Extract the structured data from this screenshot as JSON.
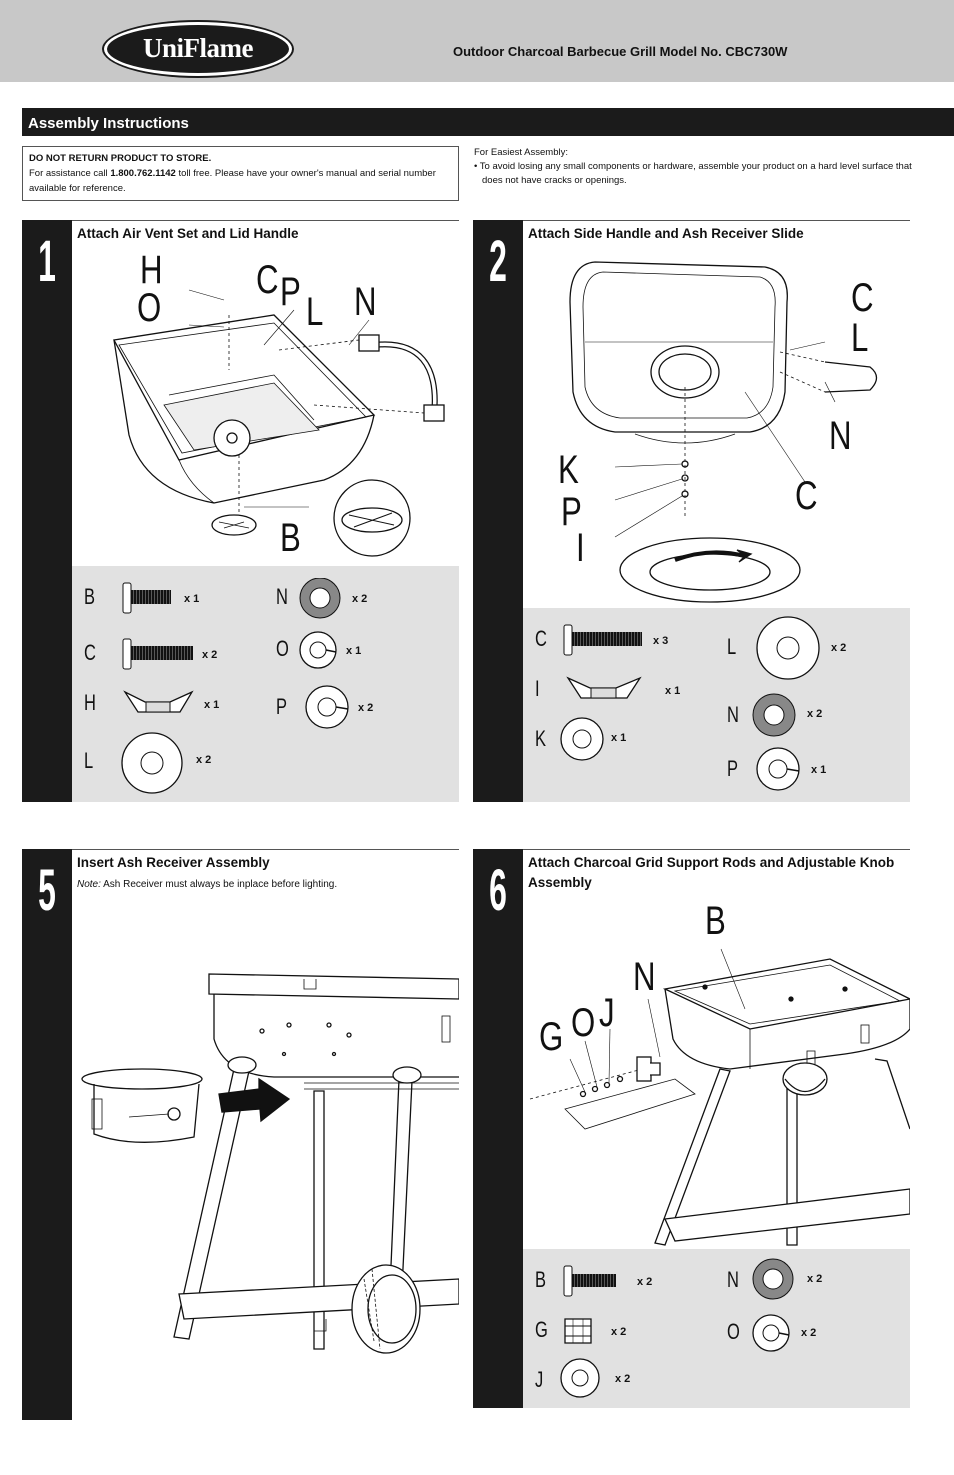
{
  "header": {
    "brand": "UniFlame",
    "title": "Outdoor Charcoal Barbecue Grill  Model No. CBC730W"
  },
  "section": {
    "title": "Assembly Instructions"
  },
  "notice": {
    "heading": "DO NOT RETURN PRODUCT TO STORE.",
    "line_pre": "For assistance call ",
    "phone": "1.800.762.1142",
    "line_post": " toll free. Please have your owner's manual and serial number available for reference."
  },
  "easiest": {
    "heading": "For Easiest Assembly:",
    "item": "• To avoid losing any small components or hardware, assemble your product on a hard level surface that does not have cracks or openings."
  },
  "steps": [
    {
      "number": "1",
      "title": "Attach Air Vent Set and Lid Handle",
      "callouts": [
        "H",
        "O",
        "C",
        "P",
        "L",
        "N",
        "B"
      ],
      "parts": [
        {
          "letter": "B",
          "qty": "x 1",
          "icon": "bolt-short-icon"
        },
        {
          "letter": "C",
          "qty": "x 2",
          "icon": "bolt-long-icon"
        },
        {
          "letter": "H",
          "qty": "x 1",
          "icon": "wing-nut-icon"
        },
        {
          "letter": "L",
          "qty": "x 2",
          "icon": "large-washer-icon"
        },
        {
          "letter": "N",
          "qty": "x 2",
          "icon": "rubber-washer-icon"
        },
        {
          "letter": "O",
          "qty": "x 1",
          "icon": "split-washer-icon"
        },
        {
          "letter": "P",
          "qty": "x 2",
          "icon": "split-washer-icon"
        }
      ]
    },
    {
      "number": "2",
      "title": "Attach Side Handle and Ash Receiver Slide",
      "callouts": [
        "C",
        "L",
        "N",
        "K",
        "P",
        "I",
        "C"
      ],
      "parts": [
        {
          "letter": "C",
          "qty": "x 3",
          "icon": "bolt-long-icon"
        },
        {
          "letter": "I",
          "qty": "x 1",
          "icon": "wing-nut-icon"
        },
        {
          "letter": "K",
          "qty": "x 1",
          "icon": "flat-washer-icon"
        },
        {
          "letter": "L",
          "qty": "x 2",
          "icon": "large-washer-icon"
        },
        {
          "letter": "N",
          "qty": "x 2",
          "icon": "rubber-washer-icon"
        },
        {
          "letter": "P",
          "qty": "x 1",
          "icon": "split-washer-icon"
        }
      ]
    },
    {
      "number": "5",
      "title": "Insert Ash Receiver Assembly",
      "note_label": "Note:",
      "note_text": " Ash Receiver must always be inplace before lighting."
    },
    {
      "number": "6",
      "title": "Attach Charcoal Grid Support Rods and Adjustable Knob Assembly",
      "callouts": [
        "B",
        "N",
        "G",
        "O",
        "J"
      ],
      "parts": [
        {
          "letter": "B",
          "qty": "x 2",
          "icon": "bolt-short-icon"
        },
        {
          "letter": "G",
          "qty": "x 2",
          "icon": "hex-nut-icon"
        },
        {
          "letter": "J",
          "qty": "x 2",
          "icon": "flat-washer-icon"
        },
        {
          "letter": "N",
          "qty": "x 2",
          "icon": "rubber-washer-icon"
        },
        {
          "letter": "O",
          "qty": "x 2",
          "icon": "split-washer-icon"
        }
      ]
    }
  ]
}
